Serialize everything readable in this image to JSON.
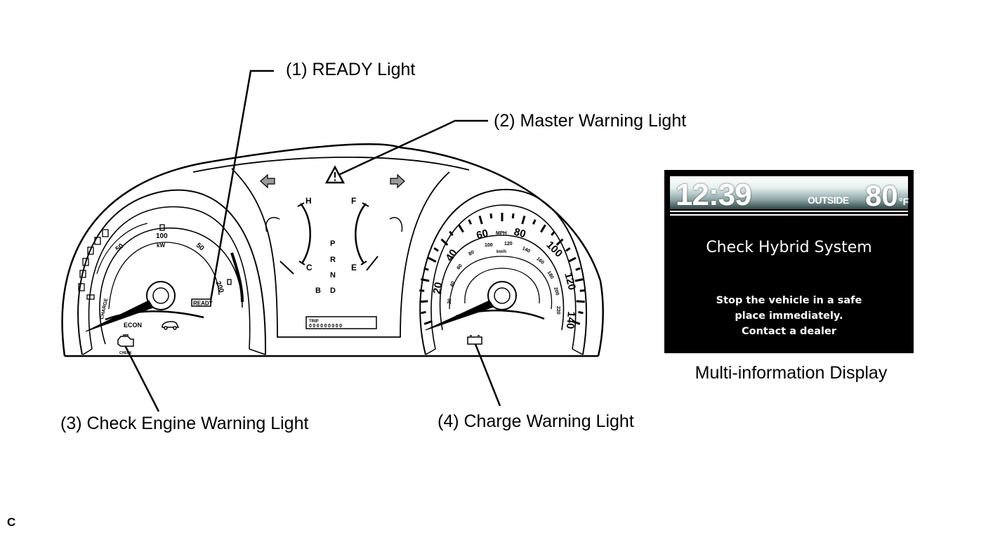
{
  "callouts": {
    "ready_light": "(1) READY Light",
    "master_warning": "(2) Master Warning Light",
    "check_engine": "(3) Check Engine Warning Light",
    "charge_warning": "(4) Charge Warning Light"
  },
  "display": {
    "time": "12:39",
    "outside_label": "OUTSIDE",
    "temperature": "80",
    "temperature_unit": "°F",
    "title": "Check Hybrid System",
    "message_lines": [
      "Stop the vehicle in a safe",
      "place immediately.",
      "Contact a dealer"
    ],
    "caption": "Multi-information Display"
  },
  "cluster": {
    "power_meter": {
      "unit": "kW",
      "labels": [
        "50",
        "100",
        "50",
        "200"
      ],
      "econ_label": "ECON",
      "charge_label": "CHARGE",
      "ready_badge": "READY",
      "check_label": "CHECK"
    },
    "temperature_gauge": {
      "hot": "H",
      "cold": "C"
    },
    "fuel_gauge": {
      "full": "F",
      "empty": "E"
    },
    "shift_positions": [
      "P",
      "R",
      "N",
      "D",
      "B"
    ],
    "odometer": {
      "label": "TRIP",
      "digits": "000000000"
    },
    "speedometer": {
      "unit_mph": "MPH",
      "unit_kmh": "km/h",
      "mph_labels": [
        "20",
        "40",
        "60",
        "80",
        "100",
        "120",
        "140"
      ],
      "kmh_labels": [
        "20",
        "40",
        "60",
        "80",
        "100",
        "120",
        "140",
        "160",
        "180",
        "200",
        "220"
      ]
    }
  },
  "figure_code": "C"
}
